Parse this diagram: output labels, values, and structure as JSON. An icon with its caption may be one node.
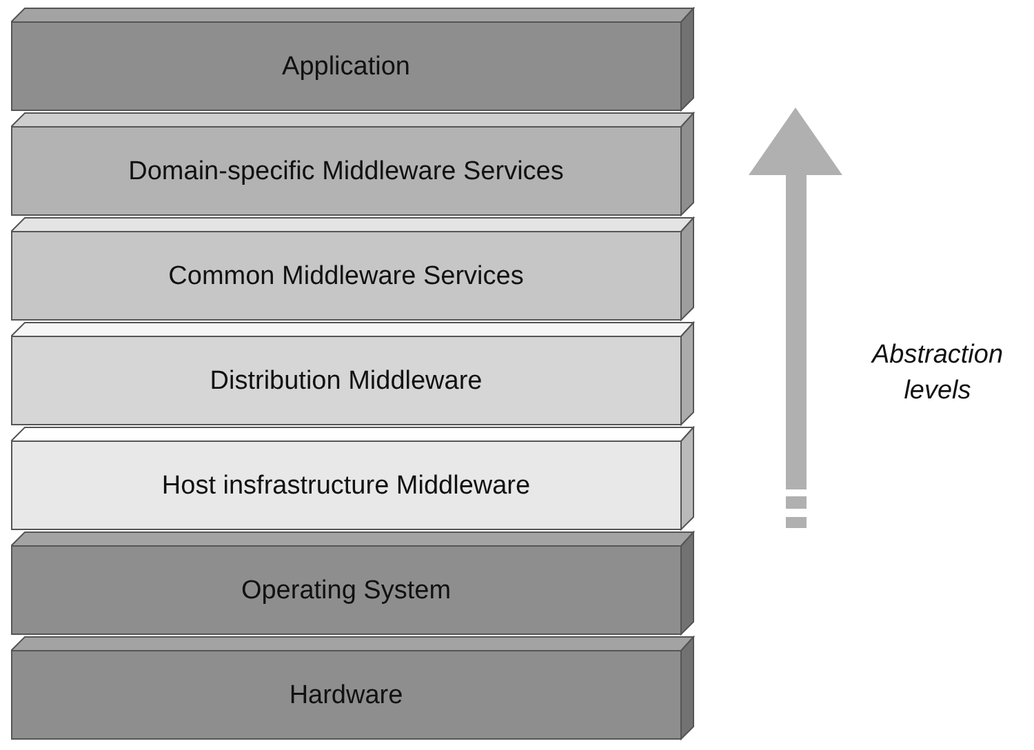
{
  "diagram": {
    "nodes": [
      {
        "text": [
          "Application"
        ]
      },
      {
        "text": [
          "Domain-specific Middleware Services"
        ]
      },
      {
        "text": [
          "Common Middleware Services"
        ]
      },
      {
        "text": [
          "Distribution Middleware"
        ]
      },
      {
        "text": [
          "Host insfrastructure Middleware"
        ]
      },
      {
        "text": [
          "Operating System"
        ]
      },
      {
        "text": [
          "Hardware"
        ]
      }
    ],
    "labels": [
      "Abstraction levels"
    ]
  }
}
